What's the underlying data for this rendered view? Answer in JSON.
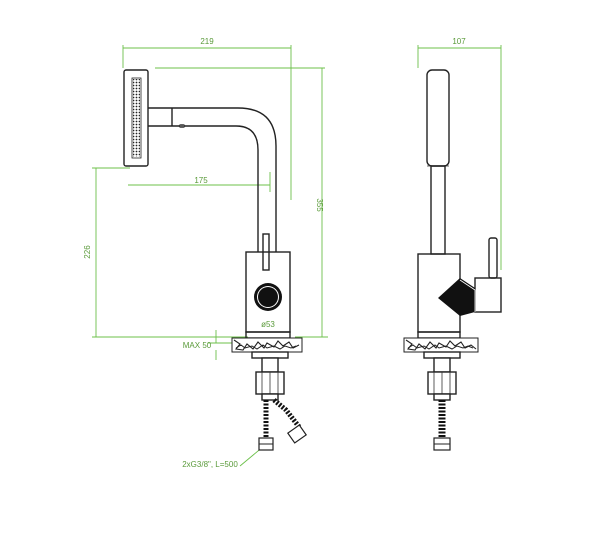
{
  "dimensions": {
    "width_side": "219",
    "width_front": "107",
    "spout_reach": "175",
    "total_height": "355",
    "spout_height": "226",
    "base_diameter": "ø53",
    "max_thickness": "MAX 50",
    "hoses": "2xG3/8\", L=500"
  },
  "colors": {
    "dimension_line": "#6cc04a",
    "outline": "#222222"
  }
}
